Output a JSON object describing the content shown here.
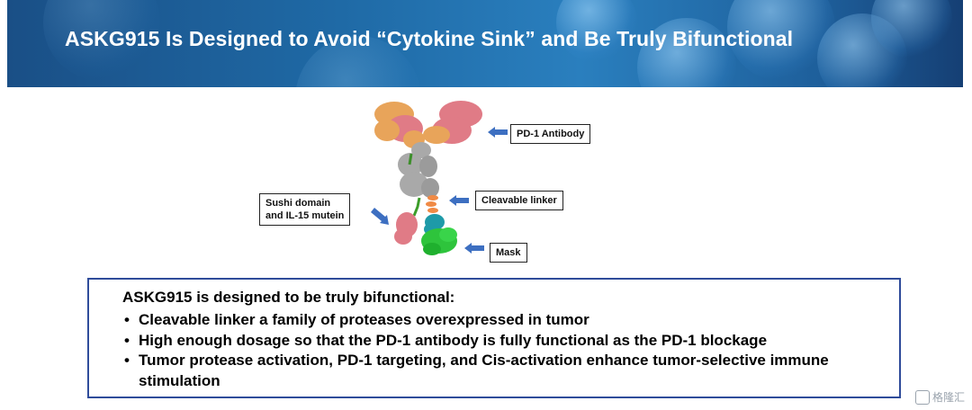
{
  "header": {
    "title": "ASKG915 Is Designed to Avoid “Cytokine Sink” and Be Truly Bifunctional"
  },
  "figure": {
    "labels": {
      "pd1_antibody": "PD-1 Antibody",
      "cleavable_linker": "Cleavable linker",
      "sushi_line1": "Sushi domain",
      "sushi_line2": "and IL-15 mutein",
      "mask": "Mask"
    },
    "colors": {
      "fab_orange": "#e8a45a",
      "fab_pink": "#e07b86",
      "fc_gray": "#a9a9a9",
      "linker_orange": "#f08a45",
      "il15_teal": "#1e9aa8",
      "mask_green": "#2ec43c",
      "arrow_blue": "#3d6fc1"
    }
  },
  "summary": {
    "heading": "ASKG915 is designed to be truly bifunctional:",
    "bullets": [
      "Cleavable linker a family of proteases overexpressed in tumor",
      "High enough dosage so that the PD-1 antibody is fully functional as the PD-1 blockage",
      "Tumor protease activation, PD-1 targeting, and Cis-activation enhance tumor-selective immune stimulation"
    ],
    "border_color": "#2f4c9a"
  },
  "watermark": {
    "text": "格隆汇"
  }
}
